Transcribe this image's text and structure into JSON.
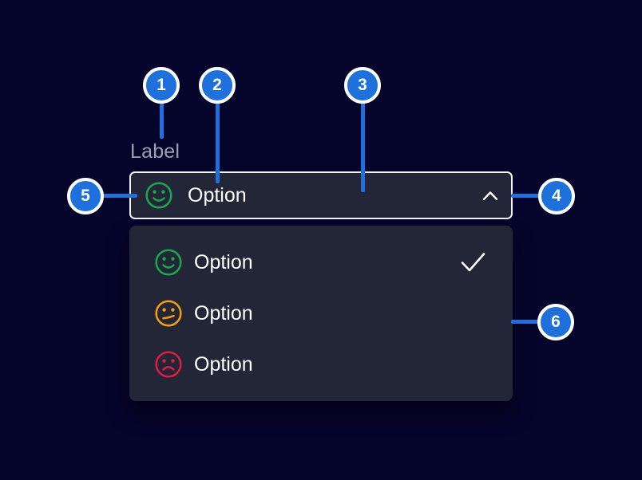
{
  "colors": {
    "bg": "#05042B",
    "surface": "#232637",
    "field-border": "#F2F3F5",
    "accent": "#1E70DC",
    "text": "#FFFFFF",
    "muted": "#9AA0AD",
    "green": "#16A94E",
    "orange": "#F59E0B",
    "red": "#E11D42"
  },
  "select": {
    "label": "Label",
    "value": "Option",
    "value_icon": "happy-face-icon",
    "chevron_icon": "chevron-up-icon",
    "state": "open"
  },
  "menu": {
    "items": [
      {
        "label": "Option",
        "icon": "happy-face-icon",
        "icon_color": "#16A94E",
        "selected": true
      },
      {
        "label": "Option",
        "icon": "neutral-face-icon",
        "icon_color": "#F59E0B",
        "selected": false
      },
      {
        "label": "Option",
        "icon": "sad-face-icon",
        "icon_color": "#E11D42",
        "selected": false
      }
    ],
    "selected_indicator": "checkmark-icon"
  },
  "callouts": [
    {
      "number": "1",
      "target": "label"
    },
    {
      "number": "2",
      "target": "selected-value-text"
    },
    {
      "number": "3",
      "target": "select-field"
    },
    {
      "number": "4",
      "target": "chevron-toggle"
    },
    {
      "number": "5",
      "target": "value-icon"
    },
    {
      "number": "6",
      "target": "dropdown-menu"
    }
  ]
}
